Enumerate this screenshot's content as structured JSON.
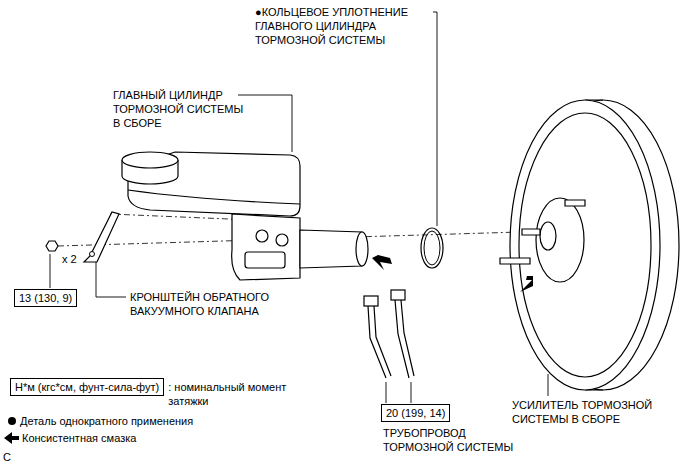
{
  "diagram": {
    "nodes": [
      {
        "text": [
          "13 (130, 9)"
        ]
      },
      {
        "text": [
          "Н*м (кгс*см, фунт-сила-фут)"
        ]
      },
      {
        "text": [
          "20 (199, 14)"
        ]
      }
    ],
    "labels": [
      "●КОЛЬЦЕВОЕ УПЛОТНЕНИЕ ГЛАВНОГО ЦИЛИНДРА ТОРМОЗНОЙ СИСТЕМЫ",
      "ГЛАВНЫЙ ЦИЛИНДР ТОРМОЗНОЙ СИСТЕМЫ В СБОРЕ",
      "x 2",
      "КРОНШТЕЙН ОБРАТНОГО ВАКУУМНОГО КЛАПАНА",
      "УСИЛИТЕЛЬ ТОРМОЗНОЙ СИСТЕМЫ В СБОРЕ",
      "ТРУБОПРОВОД ТОРМОЗНОЙ СИСТЕМЫ",
      "C"
    ],
    "legend": [
      {
        "text": ": номинальный момент затяжки"
      },
      {
        "text": "Деталь однократного применения"
      },
      {
        "text": "Консистентная смазка"
      }
    ]
  }
}
